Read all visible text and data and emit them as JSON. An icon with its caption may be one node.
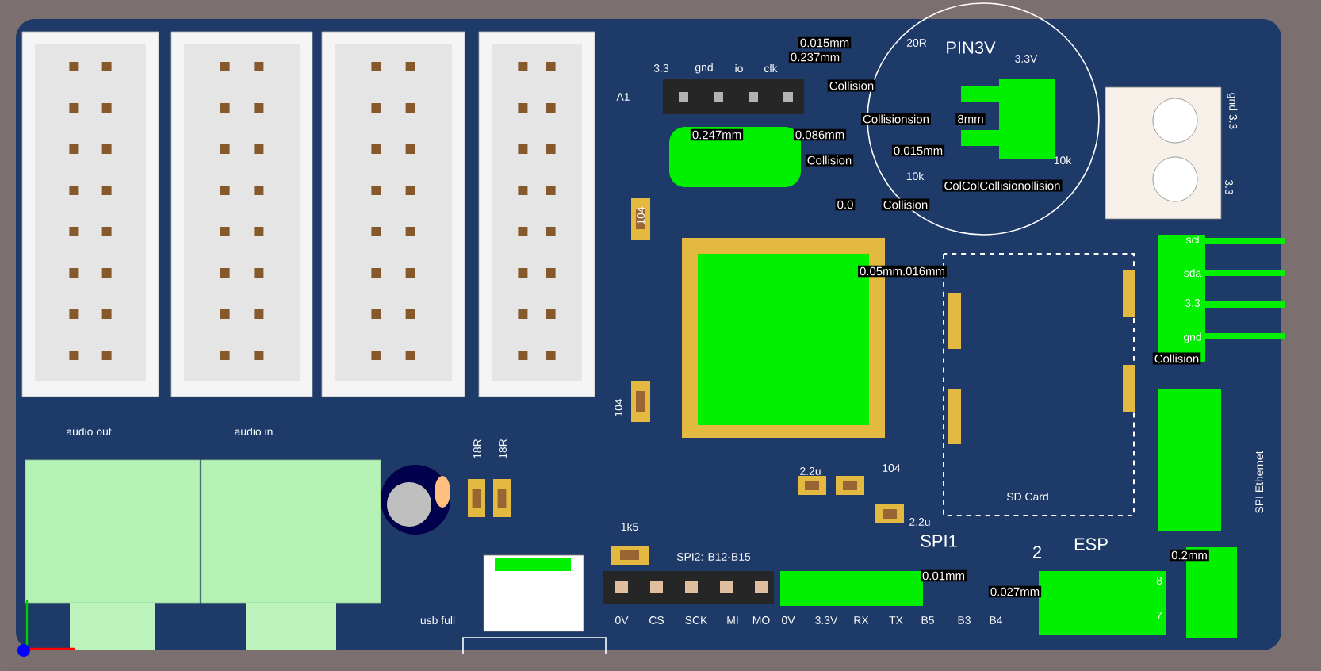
{
  "diagram": {
    "labels": [
      "0.015mm",
      "20R",
      "0.237mm",
      "PIN3V",
      "3.3V",
      "3.3",
      "gnd",
      "io",
      "clk",
      "A1",
      "Collision",
      "Collisionsion",
      "8mm",
      "0.247mm",
      "0.086mm",
      "Collision",
      "0.015mm",
      "10k",
      "10k",
      "ColColCollisionollision",
      "0.0",
      "Collision",
      "104",
      "0.05mm.016mm",
      "gnd 3.3",
      "3.3",
      "scl",
      "sda",
      "3.3",
      "gnd",
      "Collision",
      "104",
      "audio out",
      "audio in",
      "18R",
      "18R",
      "2.2u",
      "104",
      "SD Card",
      "2.2u",
      "1k5",
      "SPI1",
      "SPI2: B12-B15",
      "2",
      "ESP",
      "SPI Ethernet",
      "0.2mm",
      "0.01mm",
      "0.027mm",
      "8",
      "7",
      "usb full",
      "0V",
      "CS",
      "SCK",
      "MI",
      "MO",
      "0V",
      "3.3V",
      "RX",
      "TX",
      "B5",
      "B3",
      "B4"
    ]
  }
}
